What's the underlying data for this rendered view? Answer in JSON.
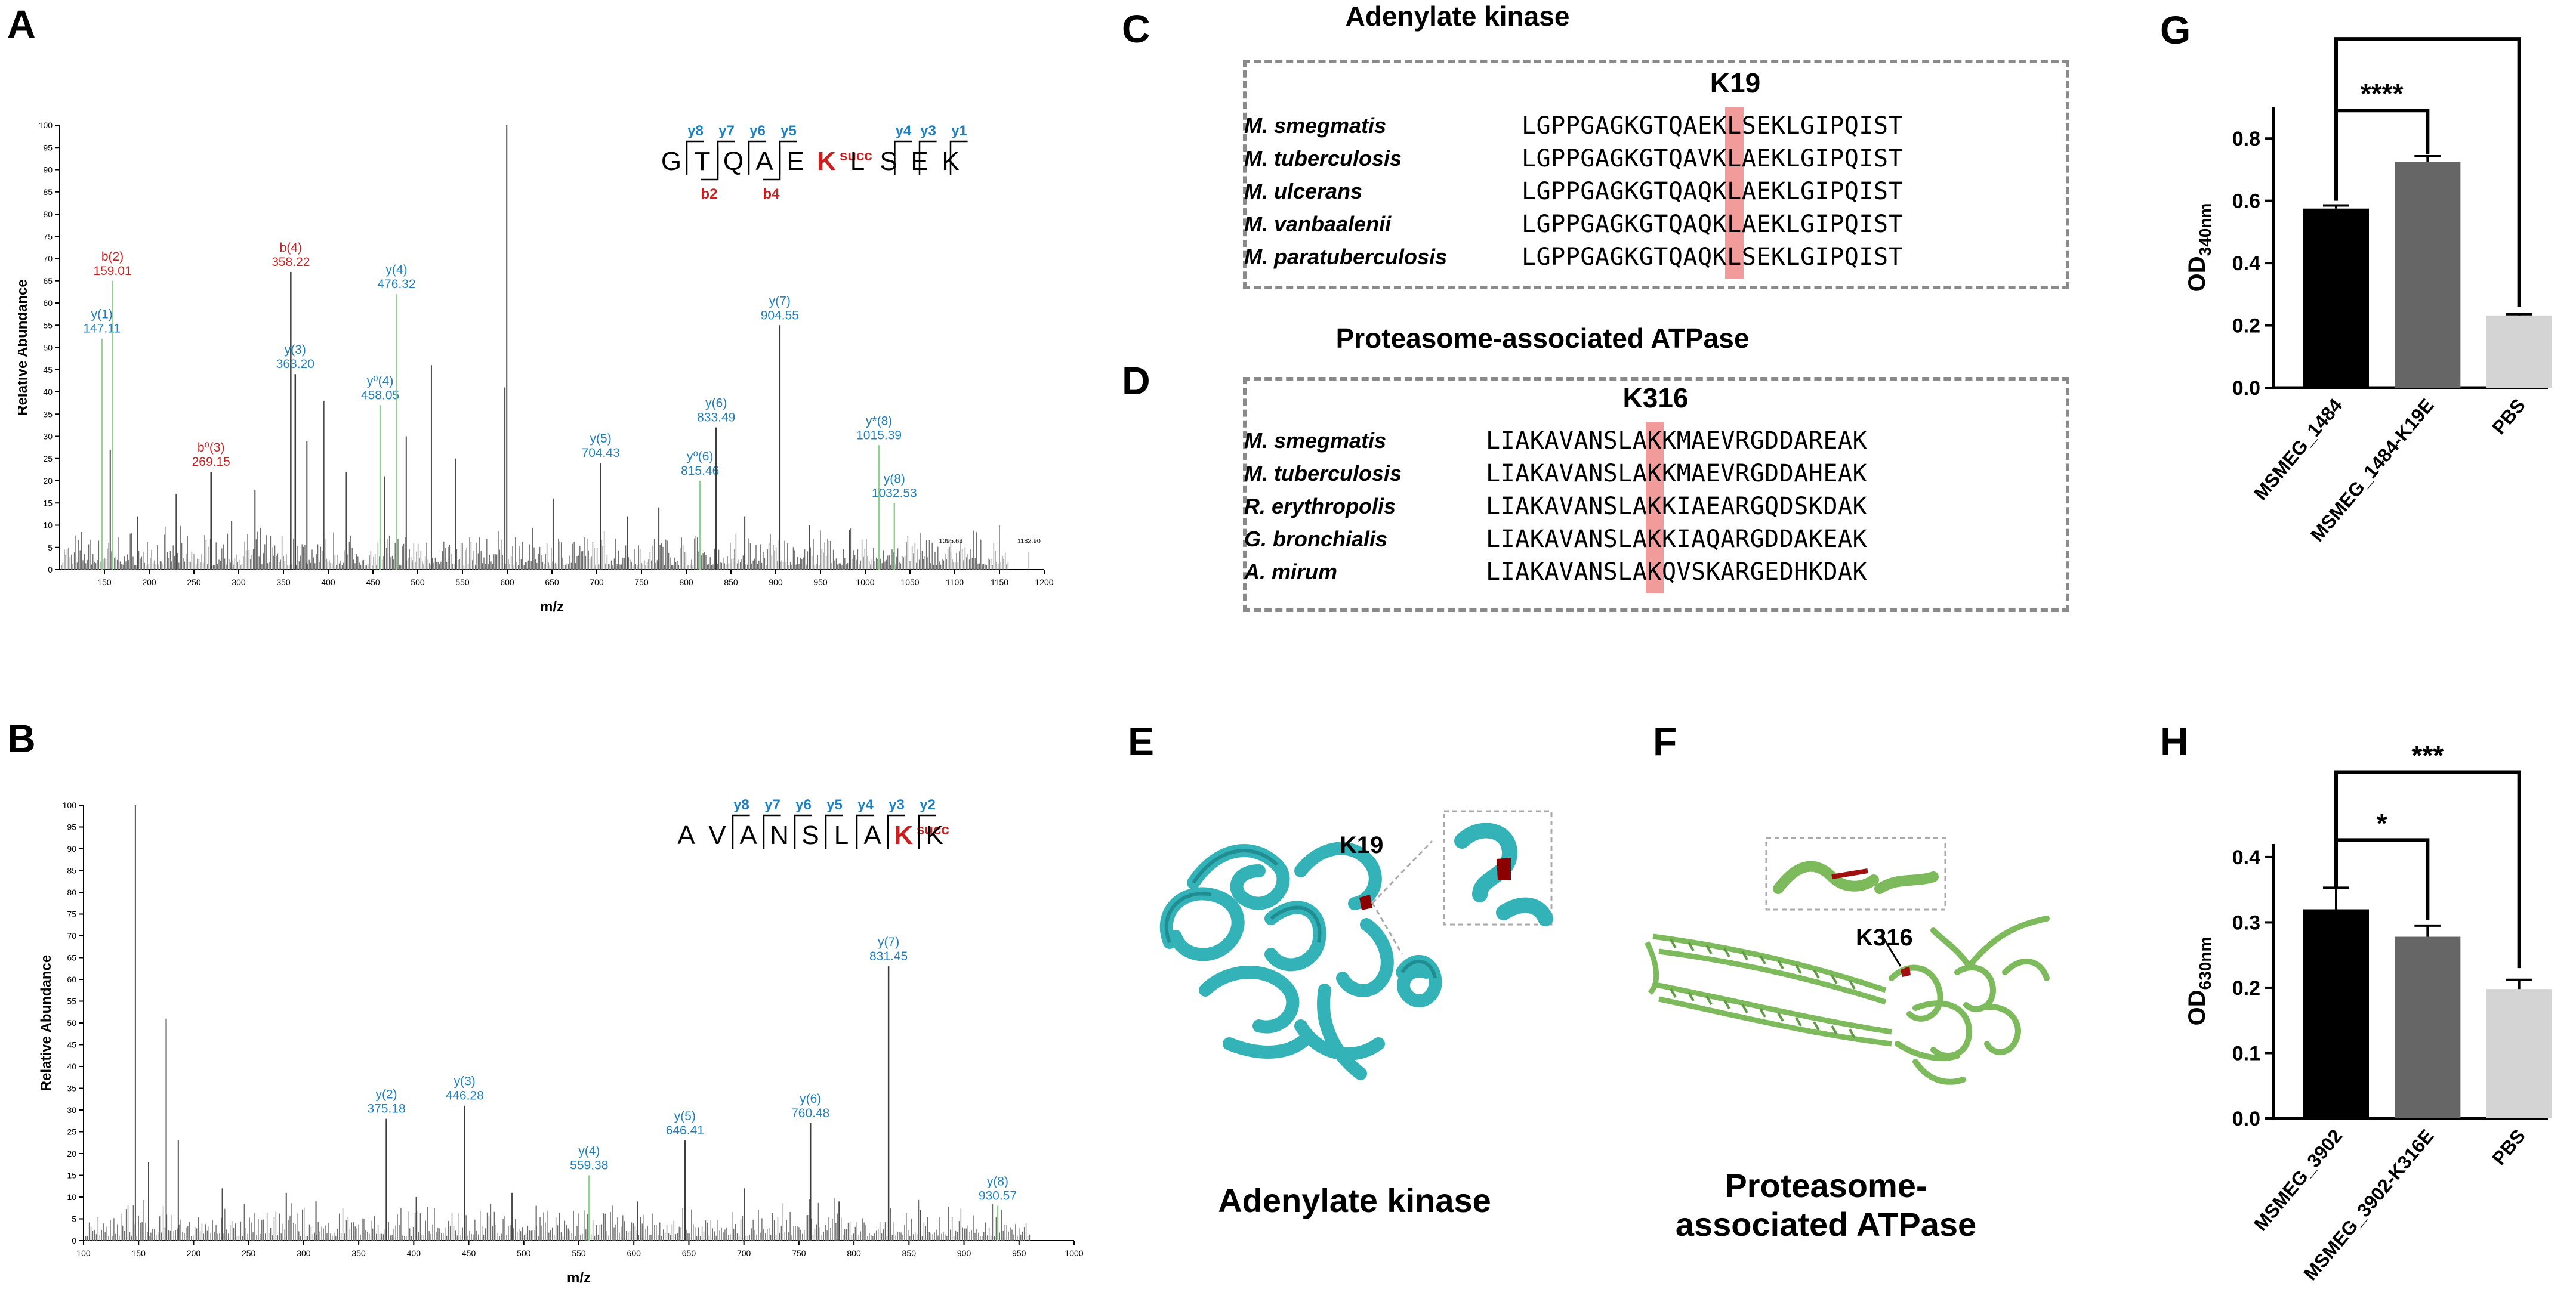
{
  "panels": {
    "A": {
      "label": "A"
    },
    "B": {
      "label": "B"
    },
    "C": {
      "label": "C",
      "title": "Adenylate kinase",
      "site": "K19"
    },
    "D": {
      "label": "D",
      "title": "Proteasome-associated ATPase",
      "site": "K316"
    },
    "E": {
      "label": "E",
      "caption": "Adenylate kinase",
      "site": "K19"
    },
    "F": {
      "label": "F",
      "caption_line1": "Proteasome-",
      "caption_line2": "associated ATPase",
      "site": "K316"
    },
    "G": {
      "label": "G"
    },
    "H": {
      "label": "H"
    }
  },
  "colors": {
    "red": "#cc1f1f",
    "blue": "#1f7fbf",
    "highlight": "#f08a8a",
    "cyan": "#33b3b8",
    "green": "#7cba5c",
    "dark_red": "#8b0000"
  },
  "chart_data": [
    {
      "id": "A",
      "type": "bar",
      "xlabel": "m/z",
      "ylabel": "Relative Abundance",
      "xlim": [
        100,
        1200
      ],
      "ylim": [
        0,
        100
      ],
      "xticks": [
        150,
        200,
        250,
        300,
        350,
        400,
        450,
        500,
        550,
        600,
        650,
        700,
        750,
        800,
        850,
        900,
        950,
        1000,
        1050,
        1100,
        1150,
        1200
      ],
      "yticks": [
        0,
        5,
        10,
        15,
        20,
        25,
        30,
        35,
        40,
        45,
        50,
        55,
        60,
        65,
        70,
        75,
        80,
        85,
        90,
        95,
        100
      ],
      "peptide": {
        "residues": [
          "G",
          "T",
          "Q",
          "A",
          "E",
          "K",
          "L",
          "S",
          "E",
          "K"
        ],
        "mod_index": 5,
        "mod_label": "succ",
        "y_ions": [
          "y8",
          "y7",
          "y6",
          "y5",
          "y4",
          "y3",
          "y1"
        ],
        "b_ions": [
          "b2",
          "b4"
        ]
      },
      "annotated_peaks": [
        {
          "x": 147.11,
          "y": 52,
          "label": "y(1)",
          "value": "147.11",
          "series": "y"
        },
        {
          "x": 159.01,
          "y": 65,
          "label": "b(2)",
          "value": "159.01",
          "series": "b"
        },
        {
          "x": 269.15,
          "y": 22,
          "label": "b⁰(3)",
          "value": "269.15",
          "series": "b"
        },
        {
          "x": 358.22,
          "y": 67,
          "label": "b(4)",
          "value": "358.22",
          "series": "b"
        },
        {
          "x": 363.2,
          "y": 44,
          "label": "y(3)",
          "value": "363.20",
          "series": "y"
        },
        {
          "x": 458.05,
          "y": 37,
          "label": "y⁰(4)",
          "value": "458.05",
          "series": "y"
        },
        {
          "x": 476.32,
          "y": 62,
          "label": "y(4)",
          "value": "476.32",
          "series": "y"
        },
        {
          "x": 704.43,
          "y": 24,
          "label": "y(5)",
          "value": "704.43",
          "series": "y"
        },
        {
          "x": 815.46,
          "y": 20,
          "label": "y⁰(6)",
          "value": "815.46",
          "series": "y"
        },
        {
          "x": 833.49,
          "y": 32,
          "label": "y(6)",
          "value": "833.49",
          "series": "y"
        },
        {
          "x": 904.55,
          "y": 55,
          "label": "y(7)",
          "value": "904.55",
          "series": "y"
        },
        {
          "x": 1015.39,
          "y": 28,
          "label": "y*(8)",
          "value": "1015.39",
          "series": "y"
        },
        {
          "x": 1032.53,
          "y": 15,
          "label": "y(8)",
          "value": "1032.53",
          "series": "y"
        }
      ],
      "other_peaks": [
        {
          "x": 599.5,
          "y": 100
        },
        {
          "x": 515.3,
          "y": 46
        },
        {
          "x": 597.4,
          "y": 41
        },
        {
          "x": 395.1,
          "y": 38
        },
        {
          "x": 487.2,
          "y": 30
        },
        {
          "x": 156.5,
          "y": 27
        },
        {
          "x": 376.2,
          "y": 29
        },
        {
          "x": 420.3,
          "y": 22
        },
        {
          "x": 542.3,
          "y": 25
        },
        {
          "x": 463.2,
          "y": 21
        },
        {
          "x": 230.2,
          "y": 17
        },
        {
          "x": 318.2,
          "y": 18
        },
        {
          "x": 651.3,
          "y": 16
        },
        {
          "x": 769.4,
          "y": 14
        },
        {
          "x": 865.4,
          "y": 12
        },
        {
          "x": 937.4,
          "y": 10
        },
        {
          "x": 187.1,
          "y": 12
        },
        {
          "x": 292.1,
          "y": 11
        },
        {
          "x": 734.4,
          "y": 12
        },
        {
          "x": 982.5,
          "y": 9
        }
      ],
      "noise_seed": 7,
      "small_labels": [
        {
          "x": 1095.63,
          "text": "1095.63"
        },
        {
          "x": 1182.9,
          "text": "1182.90"
        }
      ]
    },
    {
      "id": "B",
      "type": "bar",
      "xlabel": "m/z",
      "ylabel": "Relative Abundance",
      "xlim": [
        100,
        1000
      ],
      "ylim": [
        0,
        100
      ],
      "xticks": [
        100,
        150,
        200,
        250,
        300,
        350,
        400,
        450,
        500,
        550,
        600,
        650,
        700,
        750,
        800,
        850,
        900,
        950,
        1000
      ],
      "yticks": [
        0,
        5,
        10,
        15,
        20,
        25,
        30,
        35,
        40,
        45,
        50,
        55,
        60,
        65,
        70,
        75,
        80,
        85,
        90,
        95,
        100
      ],
      "peptide": {
        "residues": [
          "A",
          "V",
          "A",
          "N",
          "S",
          "L",
          "A",
          "K",
          "K"
        ],
        "mod_index": 7,
        "mod_label": "succ",
        "y_ions": [
          "y8",
          "y7",
          "y6",
          "y5",
          "y4",
          "y3",
          "y2"
        ]
      },
      "annotated_peaks": [
        {
          "x": 375.18,
          "y": 28,
          "label": "y(2)",
          "value": "375.18",
          "series": "y"
        },
        {
          "x": 446.28,
          "y": 31,
          "label": "y(3)",
          "value": "446.28",
          "series": "y"
        },
        {
          "x": 559.38,
          "y": 15,
          "label": "y(4)",
          "value": "559.38",
          "series": "y"
        },
        {
          "x": 646.41,
          "y": 23,
          "label": "y(5)",
          "value": "646.41",
          "series": "y"
        },
        {
          "x": 760.48,
          "y": 27,
          "label": "y(6)",
          "value": "760.48",
          "series": "y"
        },
        {
          "x": 831.45,
          "y": 63,
          "label": "y(7)",
          "value": "831.45",
          "series": "y"
        },
        {
          "x": 930.57,
          "y": 8,
          "label": "y(8)",
          "value": "930.57",
          "series": "y",
          "green": true
        }
      ],
      "other_peaks": [
        {
          "x": 147.1,
          "y": 100
        },
        {
          "x": 175.1,
          "y": 51
        },
        {
          "x": 186.1,
          "y": 23
        },
        {
          "x": 159.1,
          "y": 18
        },
        {
          "x": 226.1,
          "y": 12
        },
        {
          "x": 284.2,
          "y": 11
        },
        {
          "x": 311.2,
          "y": 9
        },
        {
          "x": 402.3,
          "y": 10
        },
        {
          "x": 489.3,
          "y": 11
        },
        {
          "x": 511.3,
          "y": 8
        },
        {
          "x": 603.4,
          "y": 9
        },
        {
          "x": 700.4,
          "y": 12
        },
        {
          "x": 786.5,
          "y": 9
        },
        {
          "x": 860.5,
          "y": 7
        }
      ],
      "noise_seed": 11
    },
    {
      "id": "G",
      "type": "bar",
      "categories": [
        "MSMEG_1484",
        "MSMEG_1484-K19E",
        "PBS"
      ],
      "values": [
        0.575,
        0.725,
        0.232
      ],
      "errors": [
        0.01,
        0.018,
        0.004
      ],
      "bar_colors": [
        "#000000",
        "#666666",
        "#d4d4d4"
      ],
      "ylabel": "OD",
      "ylabel_sub": "340nm",
      "ylim": [
        0,
        0.9
      ],
      "yticks": [
        "0.0",
        "0.2",
        "0.4",
        "0.6",
        "0.8"
      ],
      "significance": [
        {
          "from": 0,
          "to": 1,
          "label": "****",
          "level": 0.89,
          "left_drop": 0.05,
          "right_drop": 0.14
        },
        {
          "from": 0,
          "to": 2,
          "label": "****",
          "level": 1.12,
          "left_drop": 0.52,
          "right_drop": 0.86
        }
      ]
    },
    {
      "id": "H",
      "type": "bar",
      "categories": [
        "MSMEG_3902",
        "MSMEG_3902-K316E",
        "PBS"
      ],
      "values": [
        0.32,
        0.278,
        0.198
      ],
      "errors": [
        0.033,
        0.017,
        0.014
      ],
      "bar_colors": [
        "#000000",
        "#666666",
        "#d4d4d4"
      ],
      "ylabel": "OD",
      "ylabel_sub": "630nm",
      "ylim": [
        0,
        0.42
      ],
      "yticks": [
        "0.0",
        "0.1",
        "0.2",
        "0.3",
        "0.4"
      ],
      "significance": [
        {
          "from": 0,
          "to": 1,
          "label": "*",
          "level": 0.426,
          "left_drop": 0.066,
          "right_drop": 0.122
        },
        {
          "from": 0,
          "to": 2,
          "label": "***",
          "level": 0.53,
          "left_drop": 0.176,
          "right_drop": 0.3
        }
      ]
    }
  ],
  "alignments": {
    "C": {
      "highlight_col": 15,
      "rows": [
        {
          "species": "M. smegmatis",
          "seq": "LGPPGAGKGTQAEKLSEKLGIPQIST"
        },
        {
          "species": "M. tuberculosis",
          "seq": "LGPPGAGKGTQAVKLAEKLGIPQIST"
        },
        {
          "species": "M. ulcerans",
          "seq": "LGPPGAGKGTQAQKLAEKLGIPQIST"
        },
        {
          "species": "M. vanbaalenii",
          "seq": "LGPPGAGKGTQAQKLAEKLGIPQIST"
        },
        {
          "species": "M. paratuberculosis",
          "seq": "LGPPGAGKGTQAQKLSEKLGIPQIST"
        }
      ]
    },
    "D": {
      "highlight_col": 12,
      "rows": [
        {
          "species": "M. smegmatis",
          "seq": "LIAKAVANSLAKKMAEVRGDDAREAK"
        },
        {
          "species": "M. tuberculosis",
          "seq": "LIAKAVANSLAKKMAEVRGDDAHEAK"
        },
        {
          "species": "R. erythropolis",
          "seq": "LIAKAVANSLAKKIAEARGQDSKDAK"
        },
        {
          "species": "G. bronchialis",
          "seq": "LIAKAVANSLAKKIAQARGDDAKEAK"
        },
        {
          "species": "A. mirum",
          "seq": "LIAKAVANSLAKQVSKARGEDHKDAK"
        }
      ]
    }
  }
}
